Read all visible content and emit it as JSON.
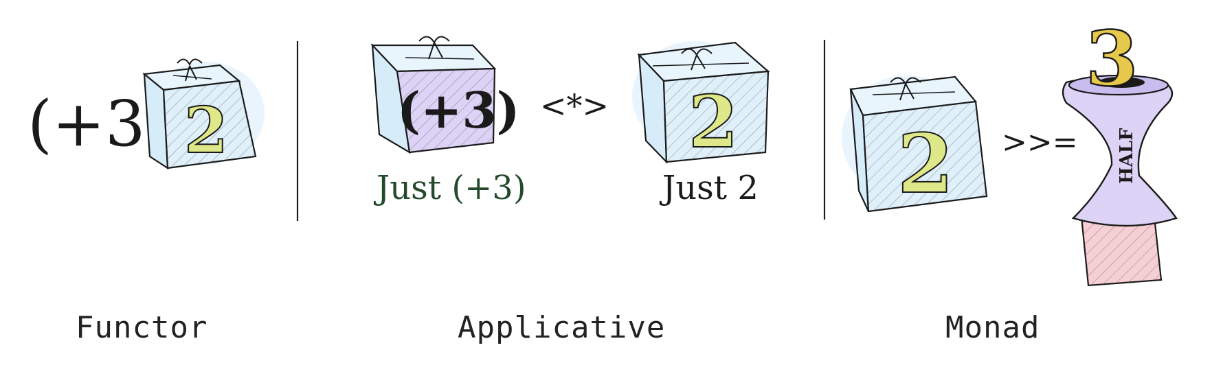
{
  "sections": [
    {
      "caption": "Functor"
    },
    {
      "caption": "Applicative"
    },
    {
      "caption": "Monad"
    }
  ],
  "functor": {
    "function_text": "(+3)",
    "box_value": "2"
  },
  "applicative": {
    "left_box_value": "(+3)",
    "left_label": "Just (+3)",
    "operator": "<*>",
    "right_box_value": "2",
    "right_label": "Just 2"
  },
  "monad": {
    "box_value": "2",
    "operator": ">>=",
    "machine_label": "HALF",
    "top_value": "3"
  },
  "colors": {
    "ink": "#1a1a1a",
    "box_fill": "#dff0fb",
    "number_fill": "#dfe889",
    "machine_fill": "#dcd3f6",
    "output_fill": "#f6cfd4",
    "label_green": "#244a2c"
  }
}
